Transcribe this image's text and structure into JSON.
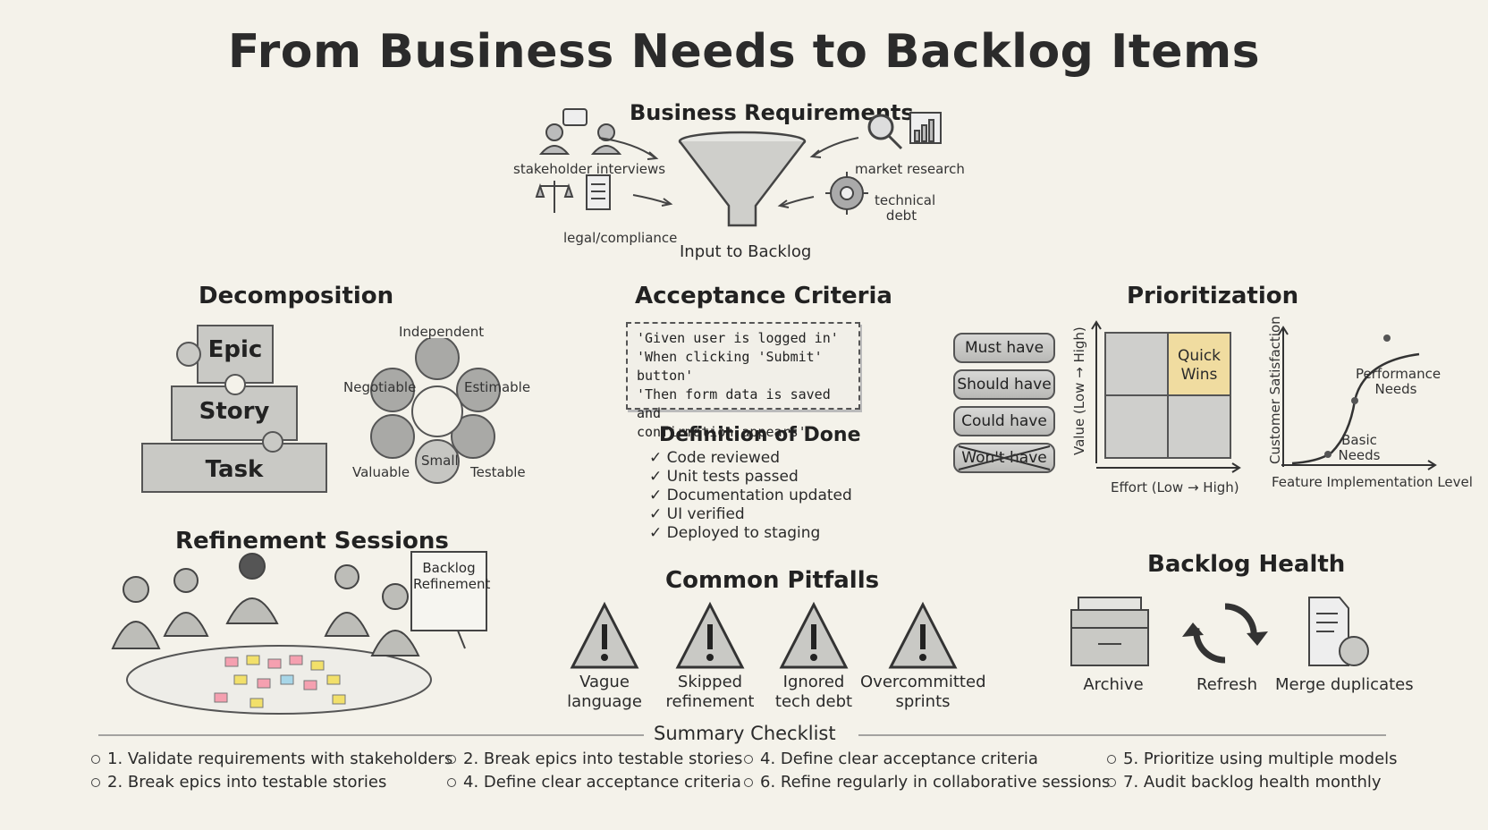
{
  "title": "From Business Needs to Backlog Items",
  "business": {
    "heading": "Business Requirements",
    "sources": {
      "stakeholder": "stakeholder interviews",
      "market": "market research",
      "legal": "legal/compliance",
      "tech": "technical debt"
    },
    "output": "Input to Backlog"
  },
  "decomposition": {
    "heading": "Decomposition",
    "levels": [
      "Epic",
      "Story",
      "Task"
    ],
    "invest": {
      "independent": "Independent",
      "negotiable": "Negotiable",
      "estimable": "Estimable",
      "valuable": "Valuable",
      "small": "Small",
      "testable": "Testable"
    }
  },
  "acceptance": {
    "heading": "Acceptance Criteria",
    "lines": [
      "'Given user is logged in'",
      "'When clicking 'Submit' button'",
      "'Then form data is saved and",
      "confirmation appears'"
    ]
  },
  "dod": {
    "heading": "Definition of Done",
    "items": [
      "Code reviewed",
      "Unit tests passed",
      "Documentation updated",
      "UI verified",
      "Deployed to staging"
    ]
  },
  "prioritization": {
    "heading": "Prioritization",
    "moscow": [
      "Must have",
      "Should have",
      "Could have",
      "Won't have"
    ],
    "matrix": {
      "quick_wins": "Quick Wins",
      "ylabel": "Value (Low → High)",
      "xlabel": "Effort (Low → High)"
    },
    "kano": {
      "ylabel": "Customer Satisfaction",
      "xlabel": "Feature Implementation Level",
      "performance": "Performance Needs",
      "basic": "Basic Needs"
    }
  },
  "refinement": {
    "heading": "Refinement Sessions",
    "board": "Backlog Refinement"
  },
  "pitfalls": {
    "heading": "Common Pitfalls",
    "items": [
      {
        "l1": "Vague",
        "l2": "language"
      },
      {
        "l1": "Skipped",
        "l2": "refinement"
      },
      {
        "l1": "Ignored",
        "l2": "tech debt"
      },
      {
        "l1": "Overcommitted",
        "l2": "sprints"
      }
    ]
  },
  "health": {
    "heading": "Backlog Health",
    "items": [
      "Archive",
      "Refresh",
      "Merge duplicates"
    ]
  },
  "checklist": {
    "heading": "Summary Checklist",
    "items": [
      "1. Validate requirements with stakeholders",
      "2. Break epics into testable stories",
      "4. Define clear acceptance criteria",
      "5. Prioritize using multiple models",
      "2. Break epics into testable stories",
      "4. Define clear acceptance criteria",
      "6. Refine regularly in collaborative sessions",
      "7. Audit backlog health monthly"
    ]
  },
  "colors": {
    "paper": "#f4f2ea",
    "ink": "#2a2a2a",
    "quick_wins": "#f0dca0"
  }
}
